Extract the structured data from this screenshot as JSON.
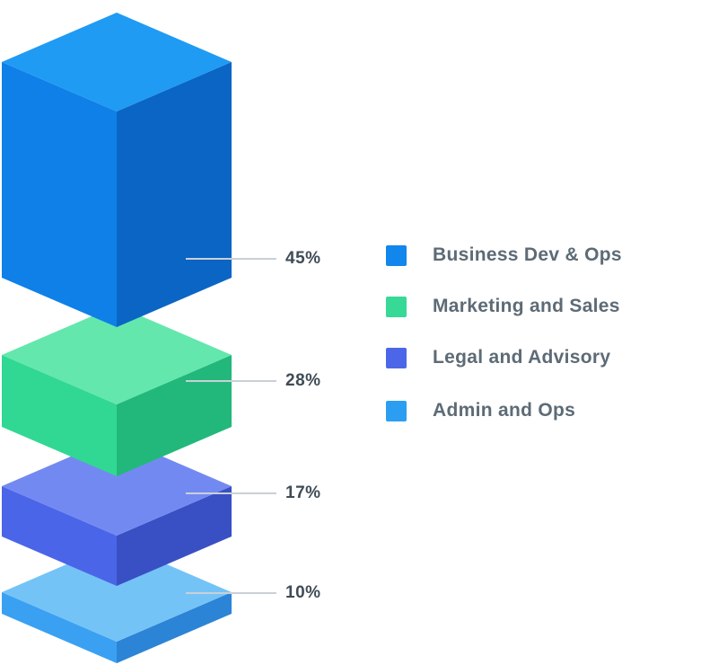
{
  "chart_data": {
    "type": "bar",
    "variant": "isometric-3d-stacked",
    "title": "",
    "xlabel": "",
    "ylabel": "",
    "unit": "%",
    "legend_position": "right",
    "categories": [
      "Business Dev & Ops",
      "Marketing and Sales",
      "Legal and Advisory",
      "Admin and Ops"
    ],
    "values": [
      45,
      28,
      17,
      10
    ],
    "value_labels": [
      "45%",
      "28%",
      "17%",
      "10%"
    ],
    "segments": [
      {
        "label": "Business Dev & Ops",
        "value": 45,
        "value_label": "45%",
        "colors": {
          "top": "#1f9bf3",
          "left": "#0f80e8",
          "right": "#0b65c4",
          "legend": "#1186ec"
        }
      },
      {
        "label": "Marketing and Sales",
        "value": 28,
        "value_label": "28%",
        "colors": {
          "top": "#63e7ad",
          "left": "#31d893",
          "right": "#22b87b",
          "legend": "#36d996"
        }
      },
      {
        "label": "Legal and Advisory",
        "value": 17,
        "value_label": "17%",
        "colors": {
          "top": "#7389f2",
          "left": "#4a65e8",
          "right": "#3950c4",
          "legend": "#4b67e8"
        }
      },
      {
        "label": "Admin and Ops",
        "value": 10,
        "value_label": "10%",
        "colors": {
          "top": "#74c3f7",
          "left": "#3aa0f2",
          "right": "#2b84d6",
          "legend": "#2b9ef2"
        }
      }
    ],
    "styles": {
      "value_label_color": "#3f4c57",
      "legend_label_color": "#5d6b76",
      "callout_line_color": "#c9d0d8",
      "background": "#ffffff"
    }
  }
}
